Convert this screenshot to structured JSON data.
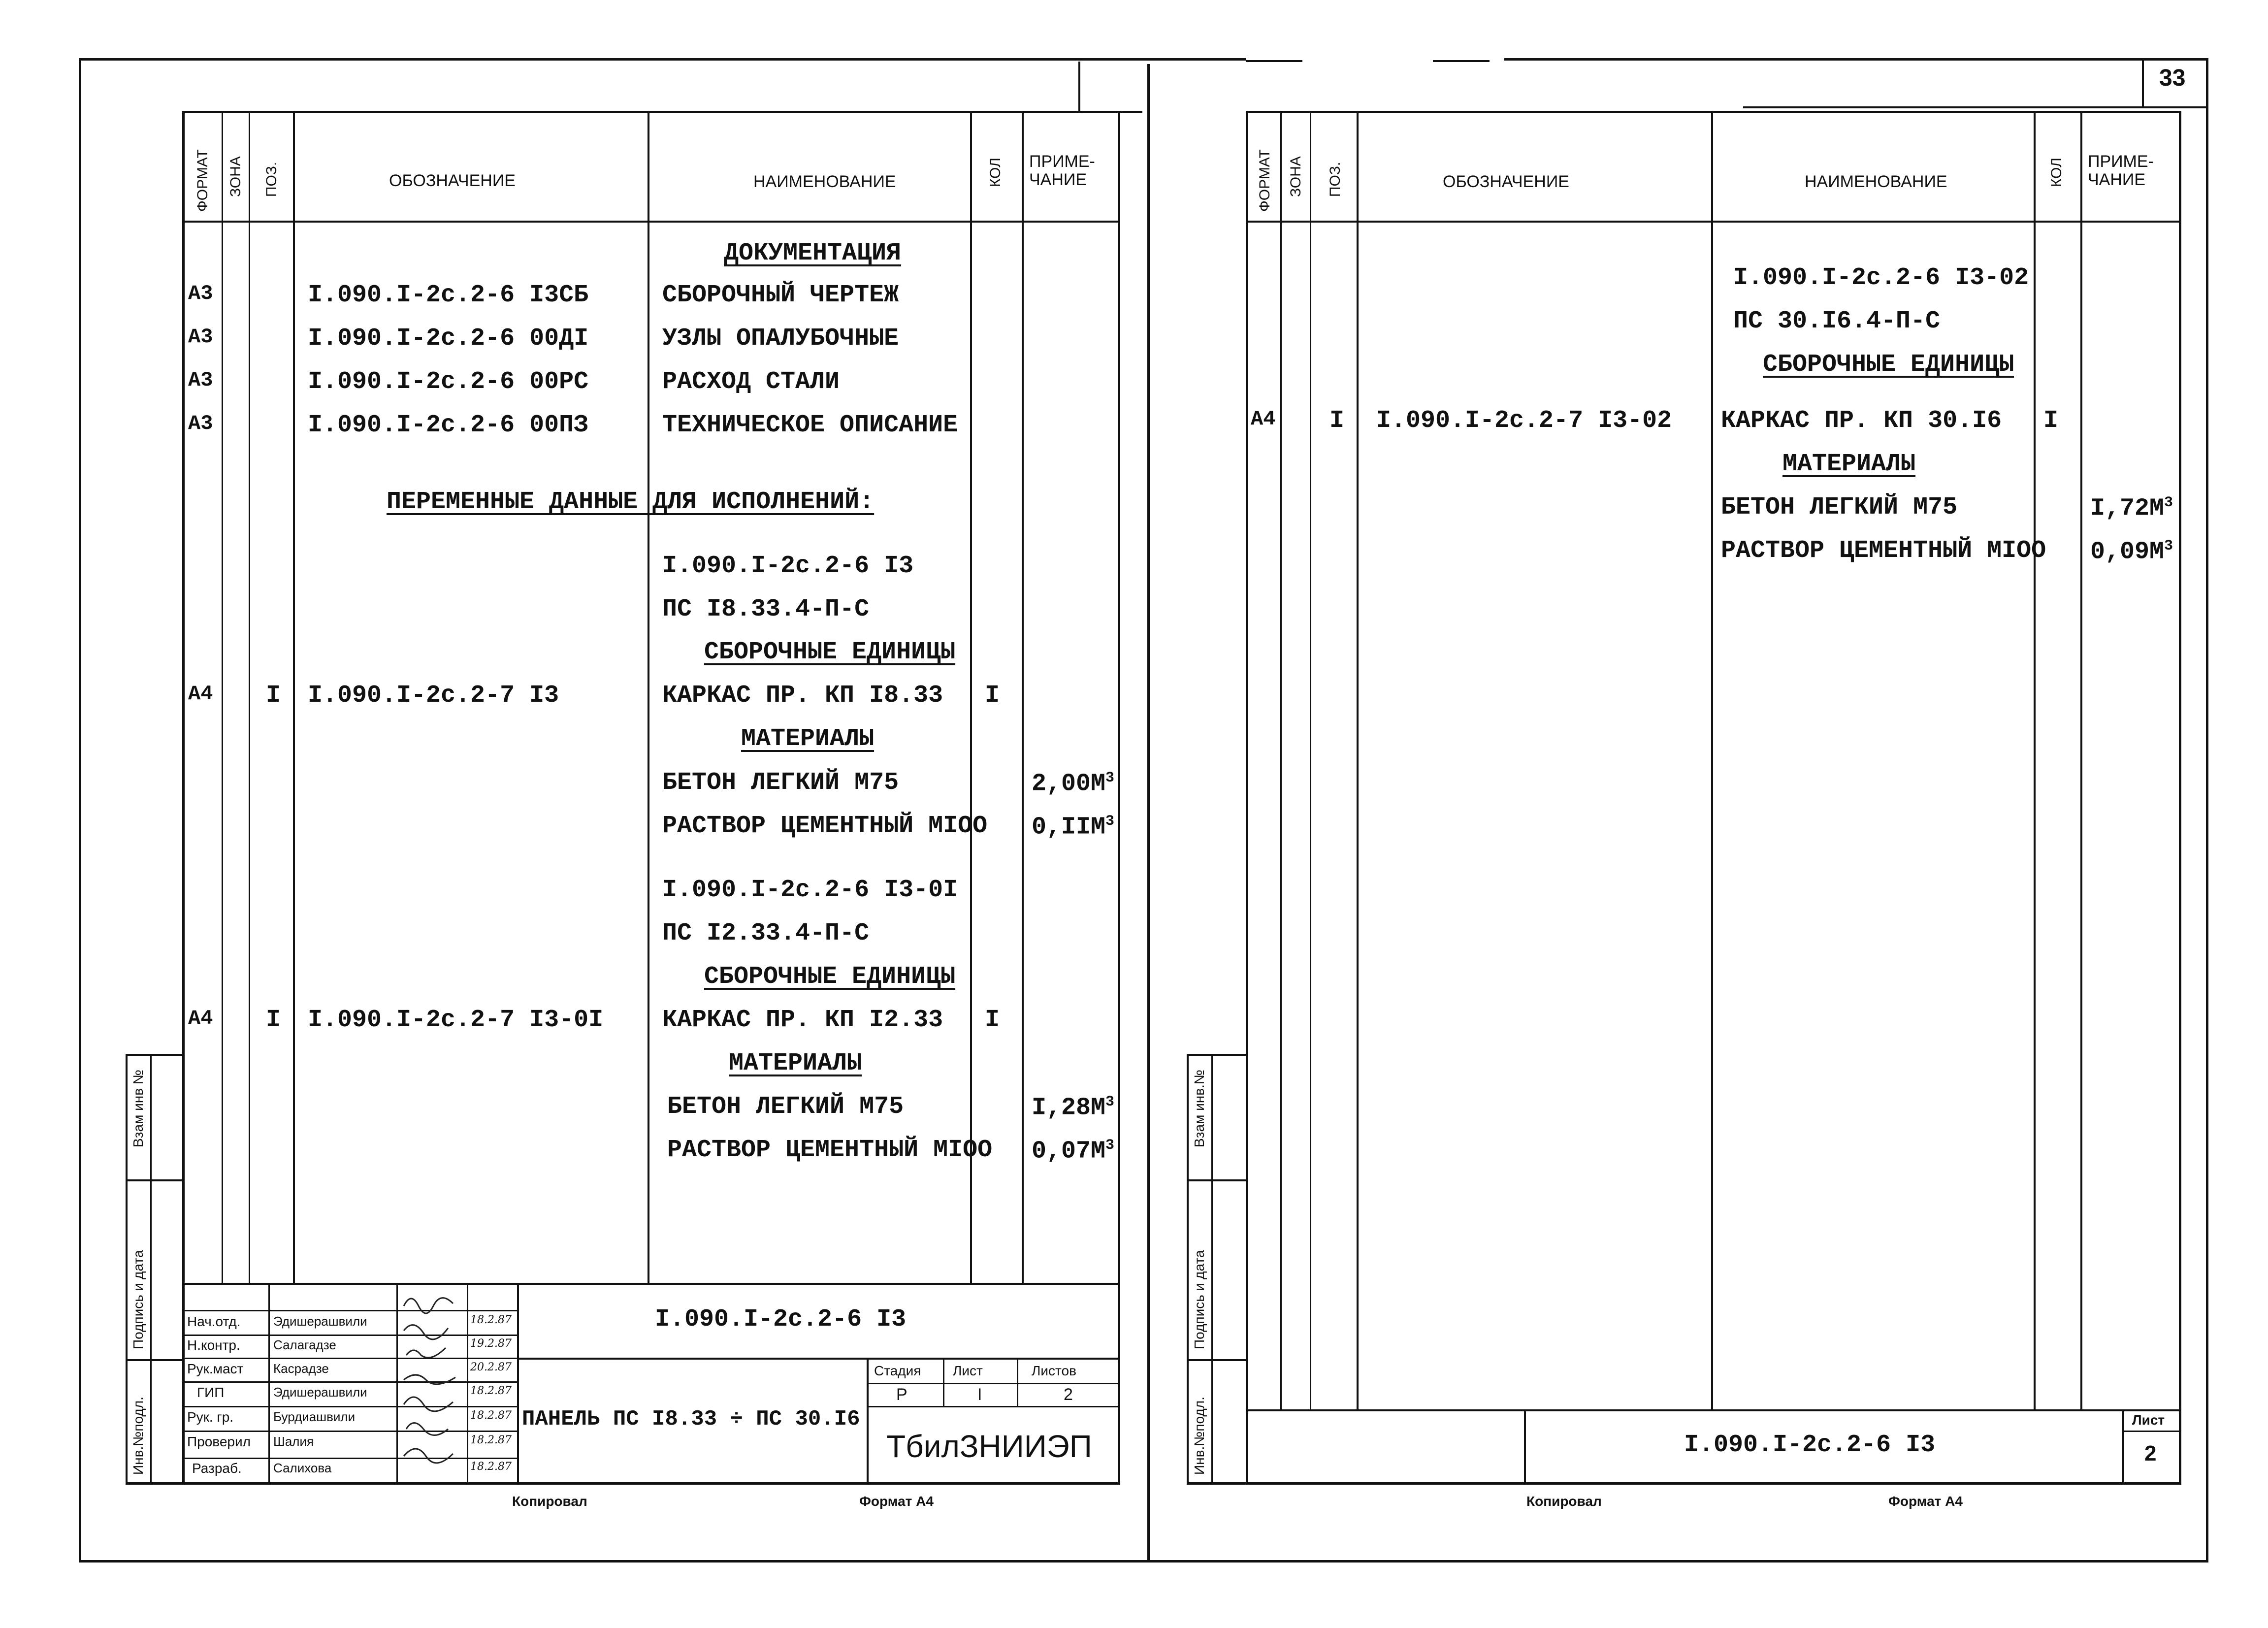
{
  "page_number": "33",
  "sheet_number_right": "2",
  "left": {
    "headers": {
      "format": "ФОРМАТ",
      "zone": "ЗОНА",
      "pos": "ПОЗ.",
      "designation": "ОБОЗНАЧЕНИЕ",
      "name": "НАИМЕНОВАНИЕ",
      "qty": "КОЛ",
      "note": "ПРИМЕ-\nЧАНИЕ"
    },
    "rows": [
      {
        "format": "",
        "pos": "",
        "designation": "",
        "name": "ДОКУМЕНТАЦИЯ",
        "qty": "",
        "note": ""
      },
      {
        "format": "А3",
        "pos": "",
        "designation": "I.090.I-2c.2-6 I3СБ",
        "name": "СБОРОЧНЫЙ ЧЕРТЕЖ",
        "qty": "",
        "note": ""
      },
      {
        "format": "А3",
        "pos": "",
        "designation": "I.090.I-2c.2-6 00ДI",
        "name": "УЗЛЫ ОПАЛУБОЧНЫЕ",
        "qty": "",
        "note": ""
      },
      {
        "format": "А3",
        "pos": "",
        "designation": "I.090.I-2c.2-6 00РС",
        "name": "РАСХОД СТАЛИ",
        "qty": "",
        "note": ""
      },
      {
        "format": "А3",
        "pos": "",
        "designation": "I.090.I-2c.2-6 00ПЗ",
        "name": "ТЕХНИЧЕСКОЕ ОПИСАНИЕ",
        "qty": "",
        "note": ""
      },
      {
        "format": "",
        "pos": "",
        "designation": "",
        "name": "ПЕРЕМЕННЫЕ ДАННЫЕ ДЛЯ ИСПОЛНЕНИЙ:",
        "qty": "",
        "note": ""
      },
      {
        "format": "",
        "pos": "",
        "designation": "",
        "name": "I.090.I-2c.2-6 I3",
        "qty": "",
        "note": ""
      },
      {
        "format": "",
        "pos": "",
        "designation": "",
        "name": "ПС I8.33.4-П-С",
        "qty": "",
        "note": ""
      },
      {
        "format": "",
        "pos": "",
        "designation": "",
        "name": "СБОРОЧНЫЕ ЕДИНИЦЫ",
        "qty": "",
        "note": ""
      },
      {
        "format": "А4",
        "pos": "I",
        "designation": "I.090.I-2c.2-7 I3",
        "name": "КАРКАС ПР. КП I8.33",
        "qty": "I",
        "note": ""
      },
      {
        "format": "",
        "pos": "",
        "designation": "",
        "name": "МАТЕРИАЛЫ",
        "qty": "",
        "note": ""
      },
      {
        "format": "",
        "pos": "",
        "designation": "",
        "name": "БЕТОН ЛЕГКИЙ М75",
        "qty": "",
        "note": "2,00М"
      },
      {
        "format": "",
        "pos": "",
        "designation": "",
        "name": "РАСТВОР ЦЕМЕНТНЫЙ МIОО",
        "qty": "",
        "note": "0,IIМ"
      },
      {
        "format": "",
        "pos": "",
        "designation": "",
        "name": "I.090.I-2c.2-6 I3-0I",
        "qty": "",
        "note": ""
      },
      {
        "format": "",
        "pos": "",
        "designation": "",
        "name": "ПС I2.33.4-П-С",
        "qty": "",
        "note": ""
      },
      {
        "format": "",
        "pos": "",
        "designation": "",
        "name": "СБОРОЧНЫЕ ЕДИНИЦЫ",
        "qty": "",
        "note": ""
      },
      {
        "format": "А4",
        "pos": "I",
        "designation": "I.090.I-2c.2-7 I3-0I",
        "name": "КАРКАС ПР. КП I2.33",
        "qty": "I",
        "note": ""
      },
      {
        "format": "",
        "pos": "",
        "designation": "",
        "name": "МАТЕРИАЛЫ",
        "qty": "",
        "note": ""
      },
      {
        "format": "",
        "pos": "",
        "designation": "",
        "name": "БЕТОН ЛЕГКИЙ М75",
        "qty": "",
        "note": "I,28М"
      },
      {
        "format": "",
        "pos": "",
        "designation": "",
        "name": "РАСТВОР ЦЕМЕНТНЫЙ МIОО",
        "qty": "",
        "note": "0,07М"
      }
    ],
    "side_labels": [
      "Взам инв №",
      "Подпись и дата",
      "Инв.№подл."
    ],
    "stamp": {
      "roles": [
        "Нач.отд.",
        "Н.контр.",
        "Рук.маст",
        "ГИП",
        "Рук. гр.",
        "Проверил",
        "Разраб."
      ],
      "names": [
        "Эдишерашвили",
        "Салагадзе",
        "Касрадзе",
        "Эдишерашвили",
        "Бурдиашвили",
        "Шалия",
        "Салихова"
      ],
      "dates": [
        "18.2.87",
        "19.2.87",
        "20.2.87",
        "18.2.87",
        "18.2.87",
        "18.2.87",
        "18.2.87"
      ],
      "designation": "I.090.I-2c.2-6 I3",
      "title": "ПАНЕЛЬ ПС I8.33 ÷ ПС 30.I6",
      "stage_label": "Стадия",
      "sheet_label": "Лист",
      "sheets_label": "Листов",
      "stage": "Р",
      "sheet": "I",
      "sheets": "2",
      "org": "ТбилЗНИИЭП",
      "copied": "Копировал",
      "format": "Формат А4"
    }
  },
  "right": {
    "headers": {
      "format": "ФОРМАТ",
      "zone": "ЗОНА",
      "pos": "ПОЗ.",
      "designation": "ОБОЗНАЧЕНИЕ",
      "name": "НАИМЕНОВАНИЕ",
      "qty": "КОЛ",
      "note": "ПРИМЕ-\nЧАНИЕ"
    },
    "rows": [
      {
        "format": "",
        "pos": "",
        "designation": "",
        "name": "I.090.I-2c.2-6 I3-02",
        "qty": "",
        "note": ""
      },
      {
        "format": "",
        "pos": "",
        "designation": "",
        "name": "ПС 30.I6.4-П-С",
        "qty": "",
        "note": ""
      },
      {
        "format": "",
        "pos": "",
        "designation": "",
        "name": "СБОРОЧНЫЕ ЕДИНИЦЫ",
        "qty": "",
        "note": ""
      },
      {
        "format": "А4",
        "pos": "I",
        "designation": "I.090.I-2c.2-7 I3-02",
        "name": "КАРКАС ПР. КП 30.I6",
        "qty": "I",
        "note": ""
      },
      {
        "format": "",
        "pos": "",
        "designation": "",
        "name": "МАТЕРИАЛЫ",
        "qty": "",
        "note": ""
      },
      {
        "format": "",
        "pos": "",
        "designation": "",
        "name": "БЕТОН ЛЕГКИЙ М75",
        "qty": "",
        "note": "I,72М"
      },
      {
        "format": "",
        "pos": "",
        "designation": "",
        "name": "РАСТВОР ЦЕМЕНТНЫЙ МIОО",
        "qty": "",
        "note": "0,09М"
      }
    ],
    "side_labels": [
      "Взам инв.№",
      "Подпись и дата",
      "Инв.№подл."
    ],
    "stamp": {
      "designation": "I.090.I-2c.2-6 I3",
      "sheet_label": "Лист",
      "sheet": "2",
      "copied": "Копировал",
      "format": "Формат А4"
    }
  }
}
